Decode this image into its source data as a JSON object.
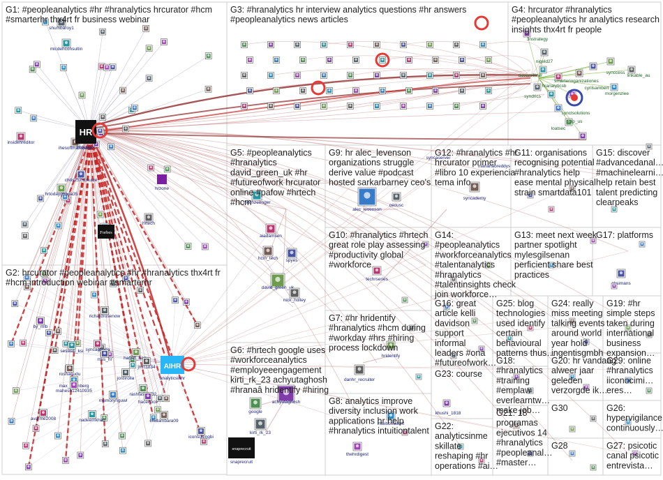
{
  "colors": {
    "edge": "#c88a8a",
    "edge_strong": "#c62828",
    "edge_dark": "#8e2b2b",
    "box_border": "#cfcfcf",
    "label_blue": "#1a237e",
    "label_green": "#1b5e20",
    "ring_red": "#e53935"
  },
  "groups": [
    {
      "id": "G1",
      "lines": [
        "G1: #peopleanalytics #hr #hranalytics hrcurator #hcm",
        "#smarterhr thx4rt fr business webinar"
      ]
    },
    {
      "id": "G2",
      "lines": [
        "G2: hrcurator #peopleanalytics #hr #hranalytics thx4rt fr",
        "#hcm introduction webinar #smarterhr"
      ]
    },
    {
      "id": "G3",
      "lines": [
        "G3: #hranalytics hr interview analytics questions #hr answers",
        "#peopleanalytics news articles"
      ]
    },
    {
      "id": "G4",
      "lines": [
        "G4: hrcurator #hranalytics",
        "#peopleanalytics hr analytics research",
        "insights thx4rt fr people"
      ]
    },
    {
      "id": "G5",
      "lines": [
        "G5: #peopleanalytics",
        "#hranalytics",
        "david_green_uk #hr",
        "#futureofwork hrcurator",
        "online #pafow #hrtech",
        "#hcm"
      ]
    },
    {
      "id": "G9",
      "lines": [
        "G9: hr alec_levenson",
        "organizations struggle",
        "derive value #podcast",
        "hosted sarkarbarney ceo's"
      ]
    },
    {
      "id": "G12",
      "lines": [
        "G12: #hranalytics #hr",
        "hrcurator primer",
        "#libro 10 experiencia",
        "tema info"
      ]
    },
    {
      "id": "G11",
      "lines": [
        "G11: organisations",
        "recognising potential",
        "#hranalytics help",
        "ease mental physical",
        "strain smartdata101"
      ]
    },
    {
      "id": "G15",
      "lines": [
        "G15: discover",
        "#advancedanal…",
        "#machinelearni…",
        "help retain best",
        "talent predicting",
        "clearpeaks"
      ]
    },
    {
      "id": "G10",
      "lines": [
        "G10: #hranalytics #hrtech",
        "great role play assessing",
        "#productivity global",
        "#workforce"
      ]
    },
    {
      "id": "G14",
      "lines": [
        "G14:",
        "#peopleanalytics",
        "#workforceanalytics",
        "#talentanalytics",
        "#hranalytics",
        "#talentinsights check",
        "join workforce…"
      ]
    },
    {
      "id": "G13",
      "lines": [
        "G13: meet next week",
        "partner spotlight",
        "mylesgilsenan",
        "perficient share best",
        "practices"
      ]
    },
    {
      "id": "G17",
      "lines": [
        "G17: platforms"
      ]
    },
    {
      "id": "G7",
      "lines": [
        "G7: #hr hridentify",
        "#hranalytics #hcm during",
        "#workday #hrs #hiring",
        "process lockdown"
      ]
    },
    {
      "id": "G16",
      "lines": [
        "G16: great",
        "article kelli",
        "davidson",
        "support",
        "informal",
        "leaders #ona",
        "#futureofwork…"
      ]
    },
    {
      "id": "G25",
      "lines": [
        "G25: blog",
        "technologies",
        "used identify",
        "certain",
        "behavioural",
        "patterns thus…"
      ]
    },
    {
      "id": "G24",
      "lines": [
        "G24: really",
        "miss meeting",
        "talking events",
        "around world",
        "year hold",
        "ingentisgmbh"
      ]
    },
    {
      "id": "G19",
      "lines": [
        "G19: #hr",
        "simple steps",
        "taken during",
        "international",
        "business",
        "expansion…"
      ]
    },
    {
      "id": "G6",
      "lines": [
        "G6: #hrtech google uses",
        "#workforceanalytics",
        "#employeeengagement",
        "kirti_rk_23 achyutaghosh",
        "#hranaâ hridentify #hiring"
      ]
    },
    {
      "id": "G23",
      "lines": [
        "G23: course"
      ]
    },
    {
      "id": "G18",
      "lines": [
        "G18:",
        "#hranalytics",
        "#training",
        "#emplaw",
        "everlearntw…",
        "make job…"
      ]
    },
    {
      "id": "G20",
      "lines": [
        "G20: hr vandaag",
        "alweer jaar",
        "geleden",
        "verzorgde ik…"
      ]
    },
    {
      "id": "G29",
      "lines": [
        "G29: online",
        "#hranalytics",
        "iiconocimi…",
        "eres…"
      ]
    },
    {
      "id": "G8",
      "lines": [
        "G8: analytics improve",
        "diversity inclusion work",
        "applications hr help",
        "#hranalytics intuitiontalent"
      ]
    },
    {
      "id": "G30",
      "lines": [
        "G30"
      ]
    },
    {
      "id": "G26",
      "lines": [
        "G26:",
        "hypervigilance",
        "continuously…"
      ]
    },
    {
      "id": "G22",
      "lines": [
        "G22:",
        "analyticsinme",
        "skillate",
        "reshaping #hr",
        "operations #ai…"
      ]
    },
    {
      "id": "G21",
      "lines": [
        "G21: 18",
        "programas",
        "ejecutivos 14",
        "#hranalytics",
        "#peopleanal…",
        "#master…"
      ]
    },
    {
      "id": "G28",
      "lines": [
        "G28"
      ]
    },
    {
      "id": "G27",
      "lines": [
        "G27: psicotic",
        "canal psicotic",
        "entrevista…"
      ]
    }
  ],
  "nodes": {
    "hrcurator": {
      "label": "hrcurator",
      "logo": "HR"
    },
    "aihr": {
      "label": "analyticsinhr",
      "logo": "AIHR"
    },
    "forbes": {
      "label": "forbes",
      "logo": "Forbes"
    },
    "hrzone": {
      "label": "hrzone",
      "logo": "HR"
    },
    "snaprecruit": {
      "label": "snaprecruit",
      "logo": "snaprecruit"
    },
    "g1_labels": [
      "shumbaroy1",
      "mlcdenconsultin",
      "insidehreditor",
      "ihesoftmatebene",
      "chris257schulze",
      "hrtodayghana35",
      "hrtech",
      "forbes"
    ],
    "g2_labels": [
      "by_mlb",
      "richardrosenow",
      "seswati_ksi",
      "syncagenda",
      "roshanudu",
      "mss_hr",
      "harish_nagu",
      "jmrt1834",
      "max_blumberg",
      "mahesh12410935",
      "memorynguwl",
      "rashfaszaa32",
      "hacenoce",
      "jordirolla",
      "nadeemkhan",
      "avarme2008",
      "chidambara09",
      "iconsultingbi"
    ],
    "g3_labels": [],
    "g4_labels": [
      "3nstrategy",
      "nigeld27",
      "davemilllner",
      "hranalyticsb",
      "syndrics",
      "synccess",
      "linkable_au",
      "morgenzlee",
      "smarterioganizationes",
      "cyrilsambert",
      "synctsolutions",
      "scrp_us",
      "loatsec"
    ],
    "g5_labels": [
      "mitchzeenger",
      "aiadamsen",
      "hcm_tech",
      "spyes",
      "david_green_uk",
      "nick_holley"
    ],
    "g9_labels": [
      "alec_levenson",
      "ceousc"
    ],
    "g10_labels": [
      "techrseries"
    ],
    "g12_labels": [
      "syncademy",
      "syncaserver",
      "marianaoreddys"
    ],
    "g17_labels": [
      "aksimans"
    ],
    "g7_labels": [
      "hridentify",
      "danhr_recruiter"
    ],
    "g6_labels": [
      "google",
      "achyutaghosh",
      "kirti_rk_23",
      "snaprecruit"
    ],
    "g8_labels": [
      "intuitiontalent",
      "thehrdigest"
    ],
    "g23_labels": [
      "khushi_1818"
    ]
  }
}
